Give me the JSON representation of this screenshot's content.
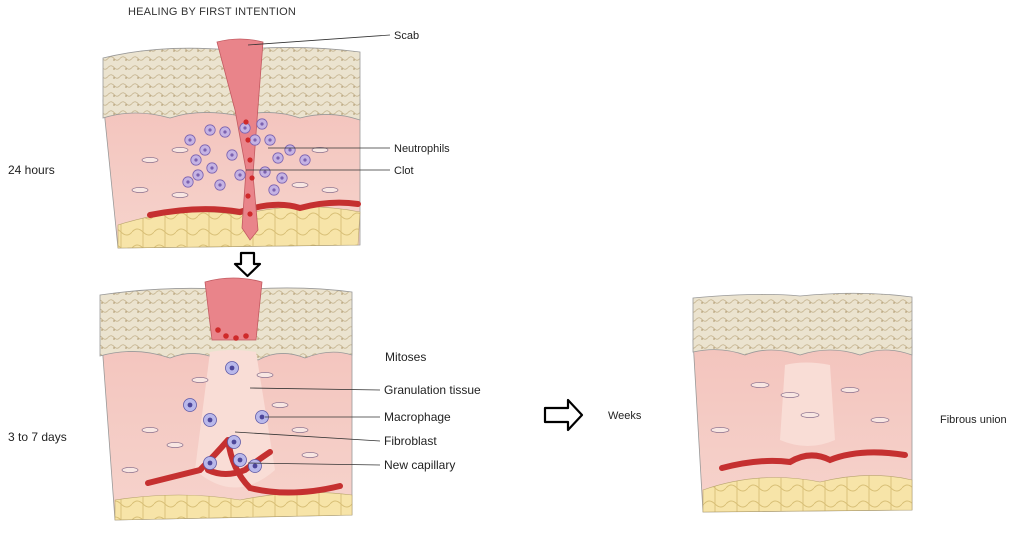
{
  "title": "HEALING BY FIRST INTENTION",
  "stages": {
    "first": "24 hours",
    "second": "3 to 7 days",
    "arrow": "Weeks",
    "final": "Fibrous union"
  },
  "labels": {
    "scab": "Scab",
    "neutrophils": "Neutrophils",
    "clot": "Clot",
    "mitoses": "Mitoses",
    "granulation": "Granulation tissue",
    "macrophage": "Macrophage",
    "fibroblast": "Fibroblast",
    "capillary": "New capillary"
  },
  "colors": {
    "epidermis": "#e9dfc9",
    "epidermis_cell": "#c9b796",
    "dermis": "#f5cfc8",
    "dermis_dark": "#eebbb3",
    "fat": "#f5e3a6",
    "fat_line": "#d9c27a",
    "clot": "#e9848a",
    "blood": "#cf2a2a",
    "neutrophil": "#c5b3e3",
    "neutrophil_edge": "#7b62b0",
    "macrophage": "#b9b8ea"
  }
}
